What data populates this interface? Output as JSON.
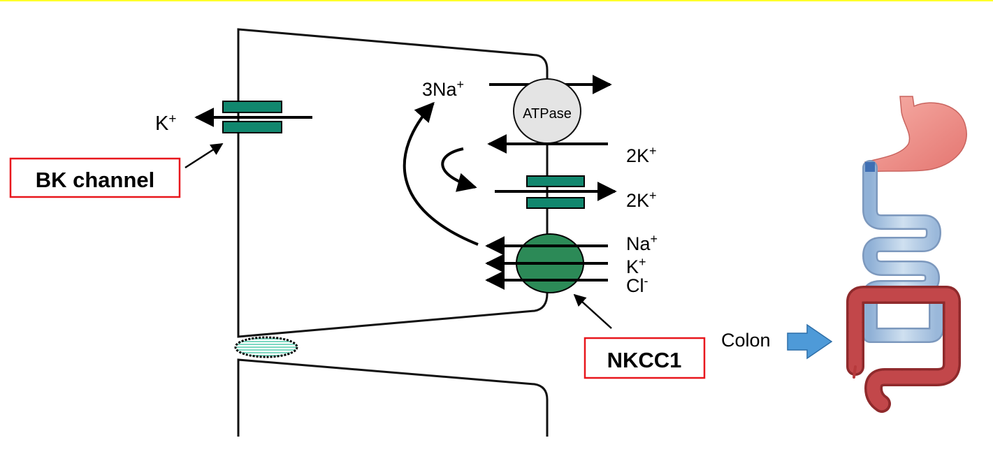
{
  "labels": {
    "k_left": "K",
    "k_left_sup": "+",
    "bk_channel": "BK channel",
    "na3": "3Na",
    "na3_sup": "+",
    "atpase": "ATPase",
    "k2_top": "2K",
    "k2_top_sup": "+",
    "k2_mid": "2K",
    "k2_mid_sup": "+",
    "na": "Na",
    "na_sup": "+",
    "k": "K",
    "k_sup": "+",
    "cl": "Cl",
    "cl_sup": "-",
    "nkcc1": "NKCC1",
    "colon": "Colon"
  },
  "colors": {
    "top_rule": "#ffff2a",
    "channel": "#11876e",
    "nkcc1": "#2c8a57",
    "atpase": "#e4e4e4",
    "junction": "#9ee6d4",
    "box_border": "#e8171d",
    "colon_arrow": "#4e9ad8",
    "stomach": "#f08f8a",
    "small_intestine": "#b9cfe6",
    "large_intestine": "#b73a3c"
  }
}
